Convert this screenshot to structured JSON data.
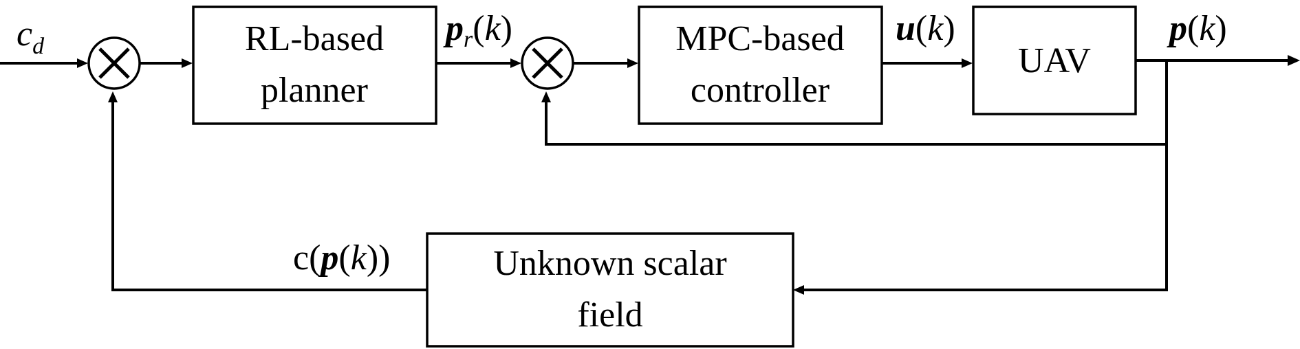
{
  "blocks": {
    "planner": {
      "line1": "RL-based",
      "line2": "planner"
    },
    "controller": {
      "line1": "MPC-based",
      "line2": "controller"
    },
    "uav": {
      "label": "UAV"
    },
    "field": {
      "line1": "Unknown scalar",
      "line2": "field"
    }
  },
  "signals": {
    "input": {
      "base": "c",
      "sub": "d"
    },
    "reference": {
      "base": "p",
      "sub": "r",
      "arg": "(k)"
    },
    "control": {
      "base": "u",
      "arg": "(k)"
    },
    "position": {
      "base": "p",
      "arg": "(k)"
    },
    "measurement": {
      "fn": "c(",
      "base": "p",
      "arg": "(k)",
      "close": ")"
    }
  },
  "junction_symbol": "multiply"
}
